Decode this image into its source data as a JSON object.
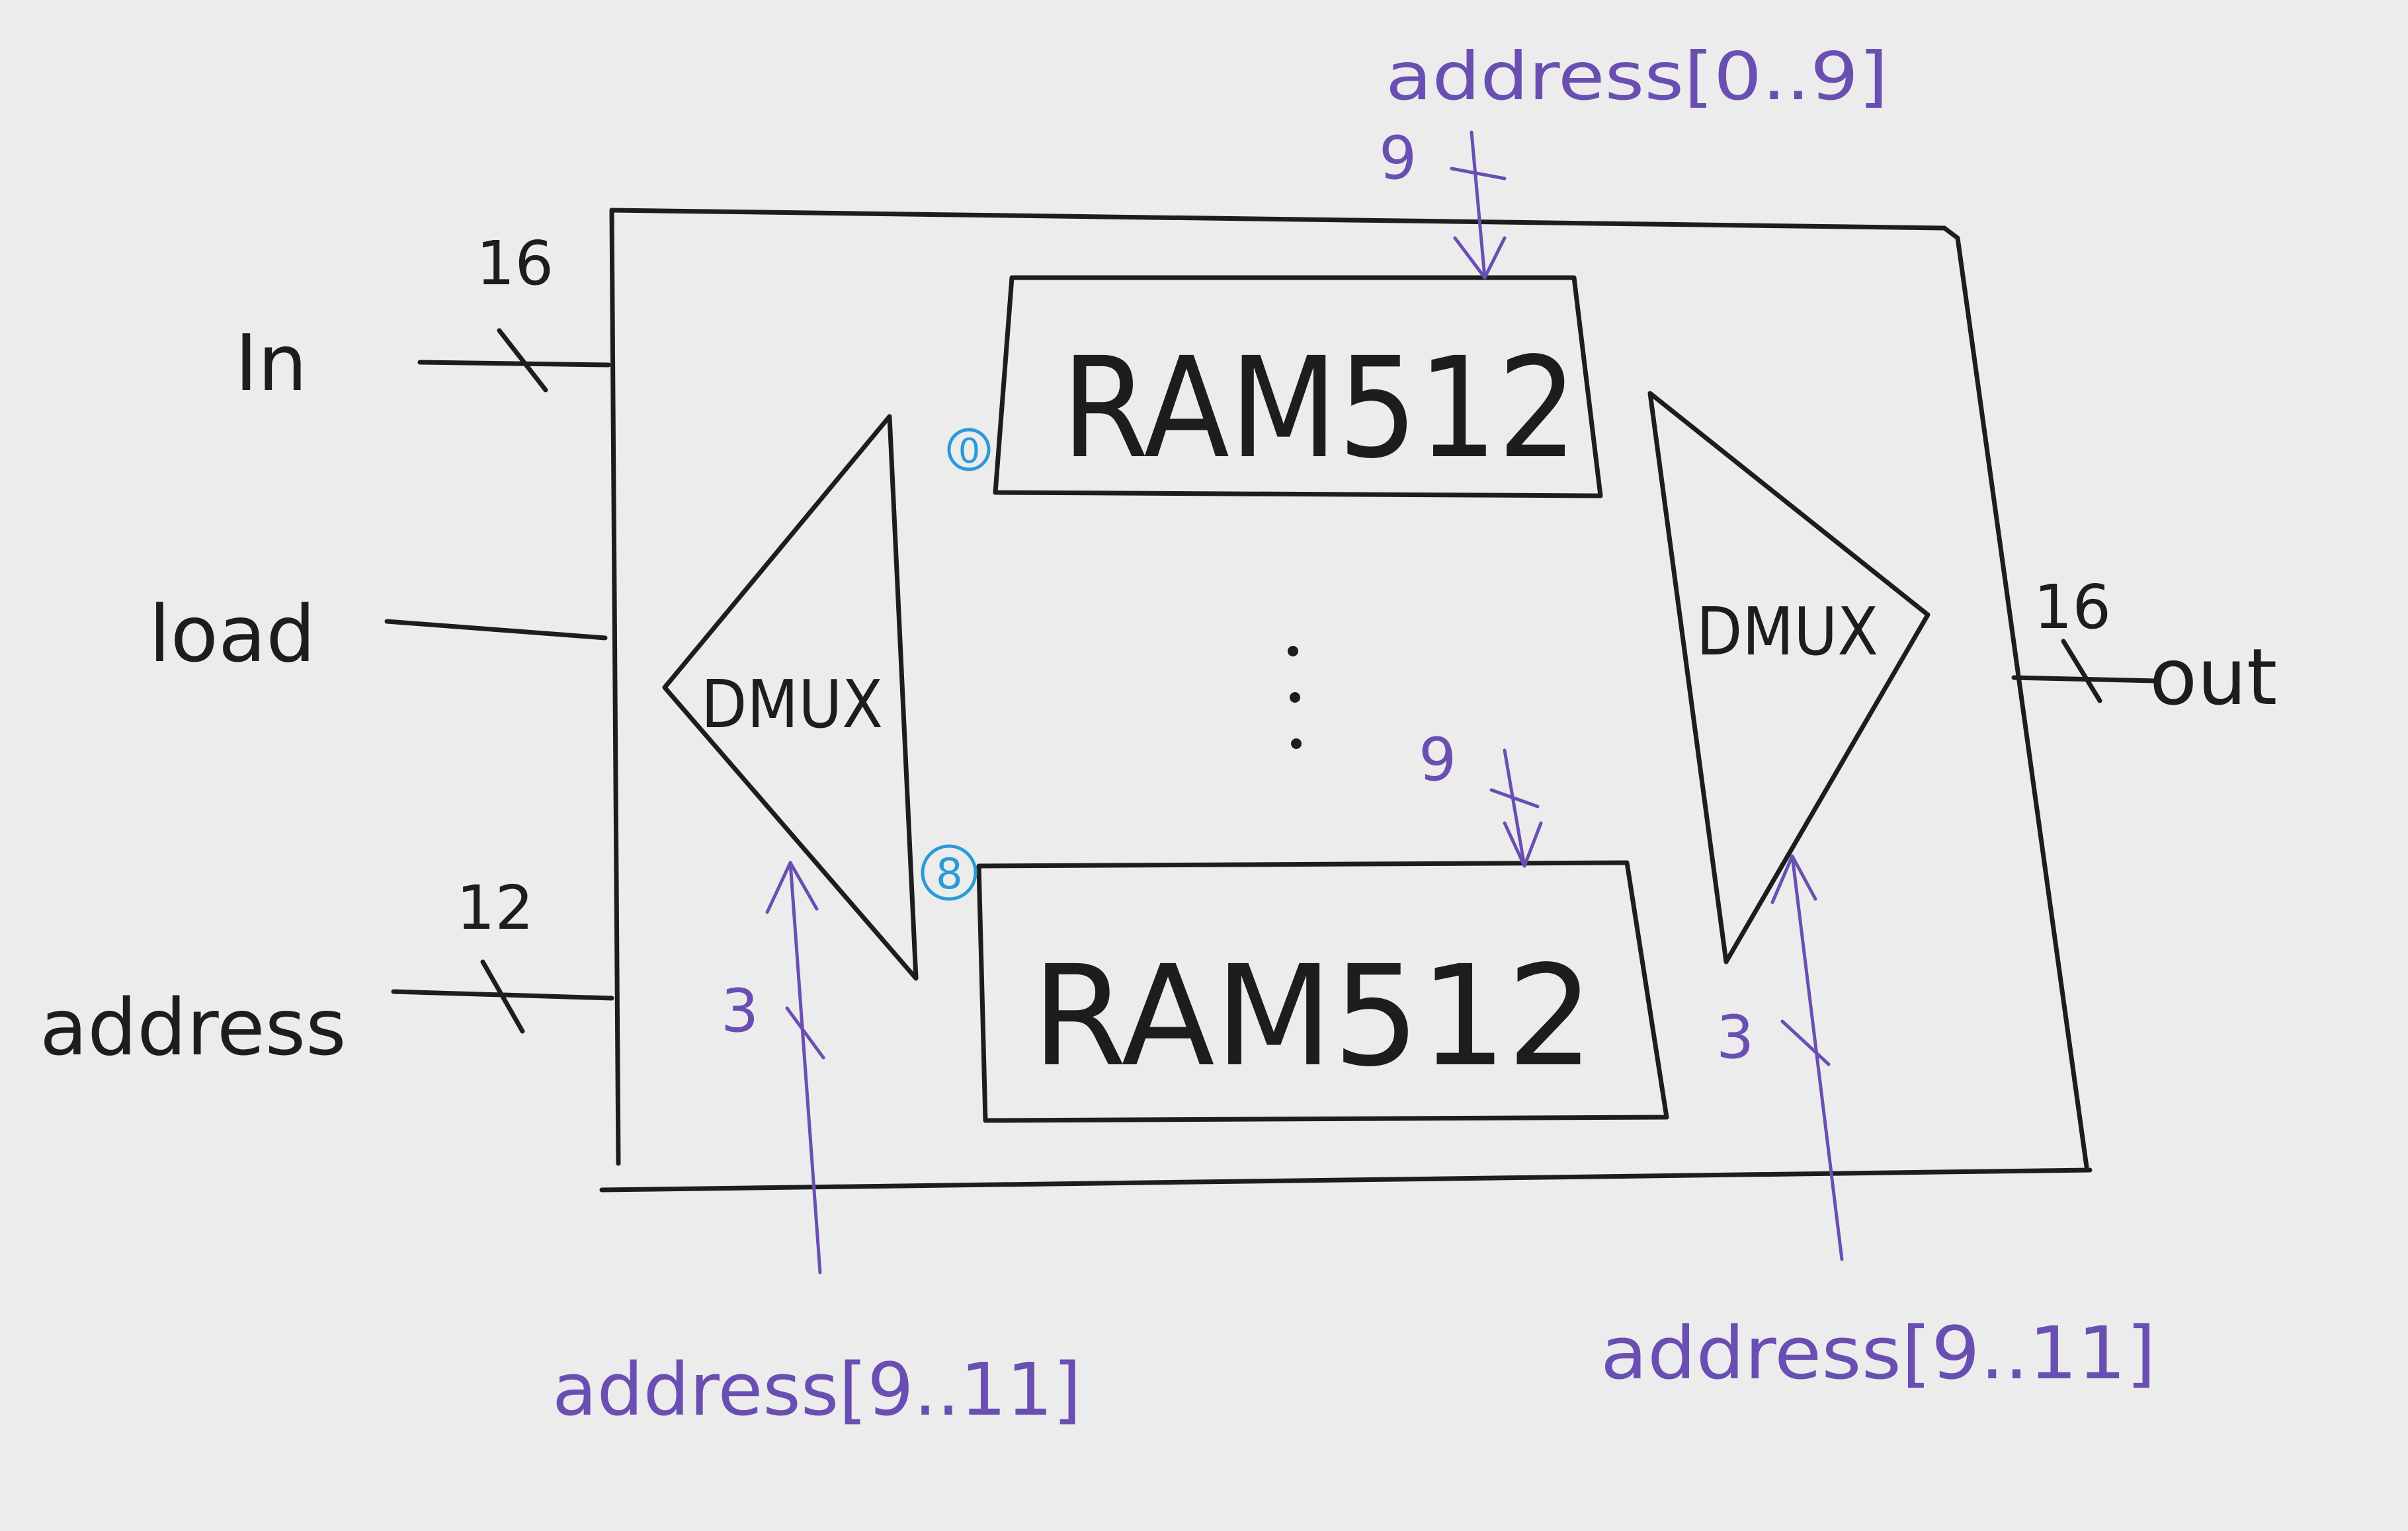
{
  "inputs": {
    "in_label": "In",
    "in_width": "16",
    "load_label": "load",
    "address_label": "address",
    "address_width": "12"
  },
  "output": {
    "out_label": "out",
    "out_width": "16"
  },
  "ram_top": {
    "label": "RAM512",
    "address_label": "address[0..9]",
    "address_width": "9",
    "index": "0"
  },
  "ram_bottom": {
    "label": "RAM512",
    "address_width": "9",
    "index": "8"
  },
  "ellipsis": "⋮",
  "dmux_left": {
    "label": "DMUX",
    "select_label": "address[9..11]",
    "select_width": "3"
  },
  "dmux_right": {
    "label": "DMUX",
    "select_label": "address[9..11]",
    "select_width": "3"
  },
  "colors": {
    "paper": "#ececec",
    "ink": "#1d1d1d",
    "address_ink": "#6a4fb3",
    "index_ink": "#2a9ad8"
  }
}
